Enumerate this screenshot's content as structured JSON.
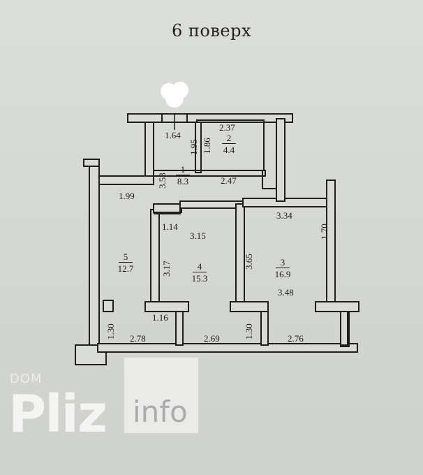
{
  "title": "6 поверх",
  "rooms": [
    {
      "number": "1",
      "area": "8.3"
    },
    {
      "number": "2",
      "area": "4.4"
    },
    {
      "number": "3",
      "area": "16.9"
    },
    {
      "number": "4",
      "area": "15.3"
    },
    {
      "number": "5",
      "area": "12.7"
    }
  ],
  "dimensions": {
    "d164": "1.64",
    "d237": "2.37",
    "d195": "1.95",
    "d186": "1.86",
    "d353": "3.53",
    "d247": "2.47",
    "d199": "1.99",
    "d114": "1.14",
    "d315": "3.15",
    "d334": "3.34",
    "d170": "1.70",
    "d317": "3.17",
    "d365": "3.65",
    "d348": "3.48",
    "d116": "1.16",
    "d130a": "1.30",
    "d130b": "1.30",
    "d278": "2.78",
    "d269": "2.69",
    "d276": "2.76"
  },
  "watermark": {
    "dom": "DOM",
    "pliz": "Pliz",
    "info": "info"
  },
  "colors": {
    "wall_fill": "#d9dbd7",
    "wall_stroke": "#1e1e1e",
    "background": "#d6d8d4"
  }
}
